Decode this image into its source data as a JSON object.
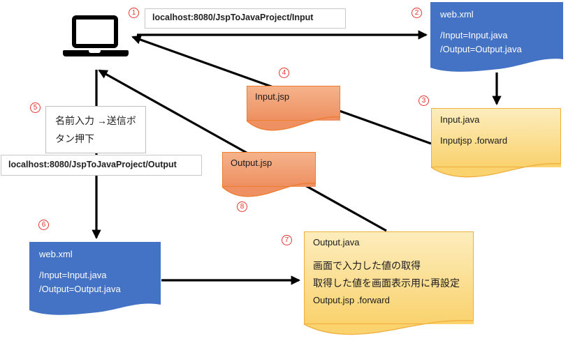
{
  "steps": {
    "n1": "1",
    "n2": "2",
    "n3": "3",
    "n4": "4",
    "n5": "5",
    "n6": "6",
    "n7": "7",
    "n8": "8"
  },
  "browser": {
    "url_input": "localhost:8080/JspToJavaProject/Input",
    "url_output": "localhost:8080/JspToJavaProject/Output",
    "user_action_line1": "名前入力",
    "user_action_line2": "→送信ボタン押下"
  },
  "nodes": {
    "webxml_top": {
      "title": "web.xml",
      "map1": "/Input=Input.java",
      "map2": "/Output=Output.java"
    },
    "input_java": {
      "title": "Input.java",
      "body1": "Inputjsp .forward"
    },
    "input_jsp": {
      "title": "Input.jsp"
    },
    "output_jsp": {
      "title": "Output.jsp"
    },
    "webxml_bottom": {
      "title": "web.xml",
      "map1": "/Input=Input.java",
      "map2": "/Output=Output.java"
    },
    "output_java": {
      "title": "Output.java",
      "body1": "画面で入力した値の取得",
      "body2": "取得した値を画面表示用に再設定",
      "body3": "Output.jsp .forward"
    }
  },
  "colors": {
    "c-blue": "#4472C4",
    "c-java-border": "#EFAE3D",
    "c-jsp-border": "#ED7D31",
    "c-red": "#E8342C"
  }
}
